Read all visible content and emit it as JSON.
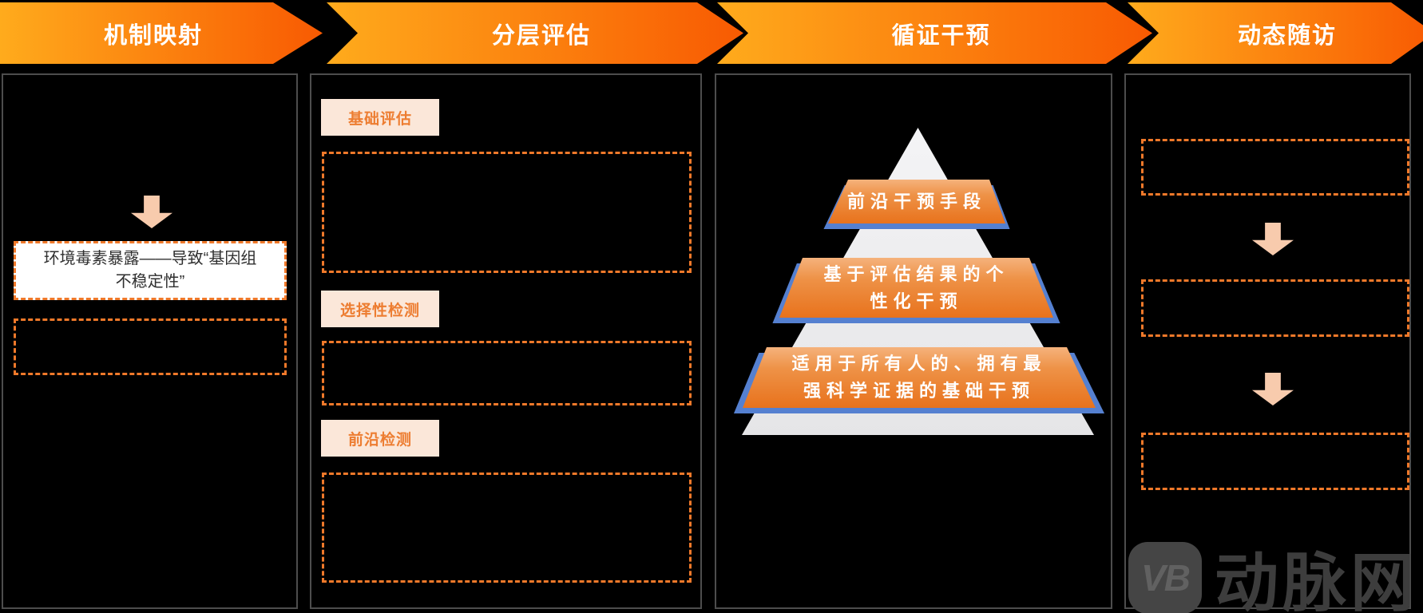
{
  "process_steps": [
    {
      "label": "机制映射"
    },
    {
      "label": "分层评估"
    },
    {
      "label": "循证干预"
    },
    {
      "label": "动态随访"
    }
  ],
  "mechanism_column": {
    "result_box_text": "环境毒素暴露——导致“基因组不稳定性”"
  },
  "evaluation_column": {
    "sections": [
      {
        "label": "基础评估"
      },
      {
        "label": "选择性检测"
      },
      {
        "label": "前沿检测"
      }
    ]
  },
  "intervention_column": {
    "pyramid_levels": [
      {
        "name": "top",
        "lines": [
          "前沿干预手段"
        ]
      },
      {
        "name": "middle",
        "lines": [
          "基于评估结果的个",
          "性化干预"
        ]
      },
      {
        "name": "bottom",
        "lines": [
          "适用于所有人的、拥有最",
          "强科学证据的基础干预"
        ]
      }
    ]
  },
  "watermark": {
    "logo": "VB",
    "brand": "动脉网"
  },
  "colors": {
    "header_gradient_left": "#FFAB1C",
    "header_gradient_right": "#F85A02",
    "dashed_border_orange": "#F0792A",
    "label_chip_bg": "#FBE7D9",
    "label_chip_text": "#ED7D31",
    "block_arrow_fill": "#F8CBAD",
    "pyramid_band_gradient_top": "#F5B27C",
    "pyramid_band_gradient_bottom": "#E8721C",
    "pyramid_shadow_blue": "#5580D0",
    "pyramid_triangle_gray": "#EDEDEF",
    "panel_border_gray": "#4D4D4D",
    "background": "#000000"
  }
}
